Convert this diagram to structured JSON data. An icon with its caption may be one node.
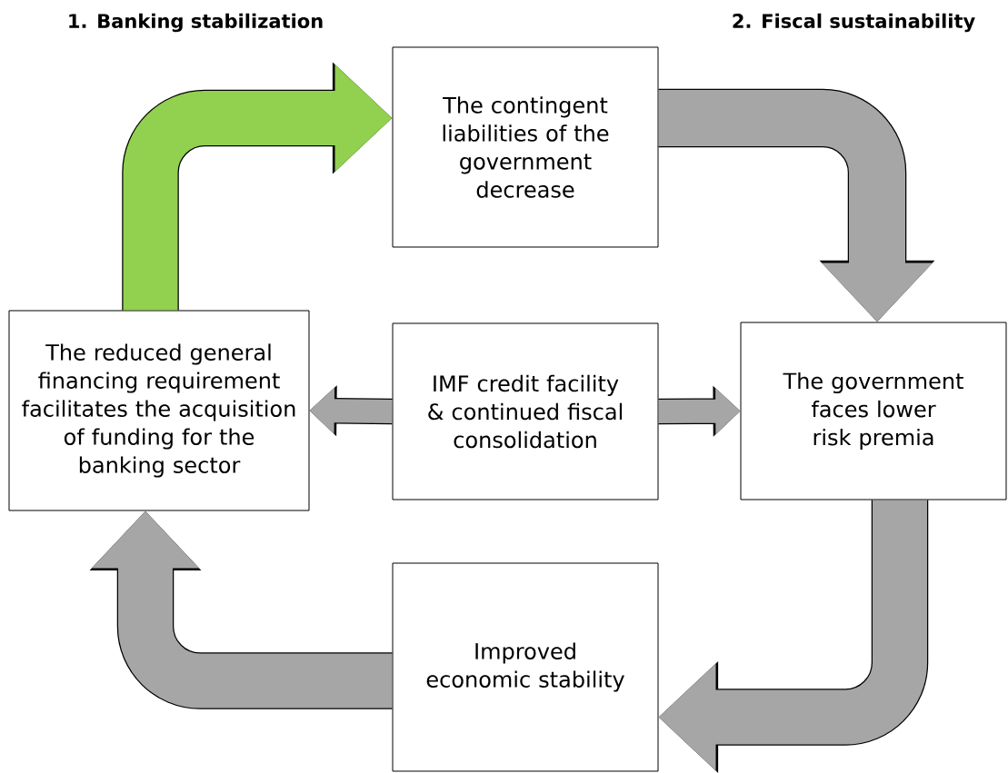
{
  "diagram": {
    "nodes": [
      {
        "text": [
          "The contingent liabilities of the government decrease"
        ]
      },
      {
        "text": [
          "The reduced general financing requirement facilitates the acquisition of funding for the banking sector"
        ]
      },
      {
        "text": [
          "IMF credit facility & continued fiscal consolidation"
        ]
      },
      {
        "text": [
          "The government faces lower risk premia"
        ]
      },
      {
        "text": [
          "Improved economic stability"
        ]
      }
    ],
    "edges": [
      {
        "from": 1,
        "to": 0,
        "arrow": "to",
        "color": "#92d050"
      },
      {
        "from": 0,
        "to": 3,
        "arrow": "to"
      },
      {
        "from": 3,
        "to": 4,
        "arrow": "to"
      },
      {
        "from": 4,
        "to": 1,
        "arrow": "to"
      },
      {
        "from": 2,
        "to": 1,
        "arrow": "to"
      },
      {
        "from": 2,
        "to": 3,
        "arrow": "to"
      }
    ],
    "labels": [
      "1. Banking stabilization",
      "2. Fiscal sustainability"
    ]
  }
}
